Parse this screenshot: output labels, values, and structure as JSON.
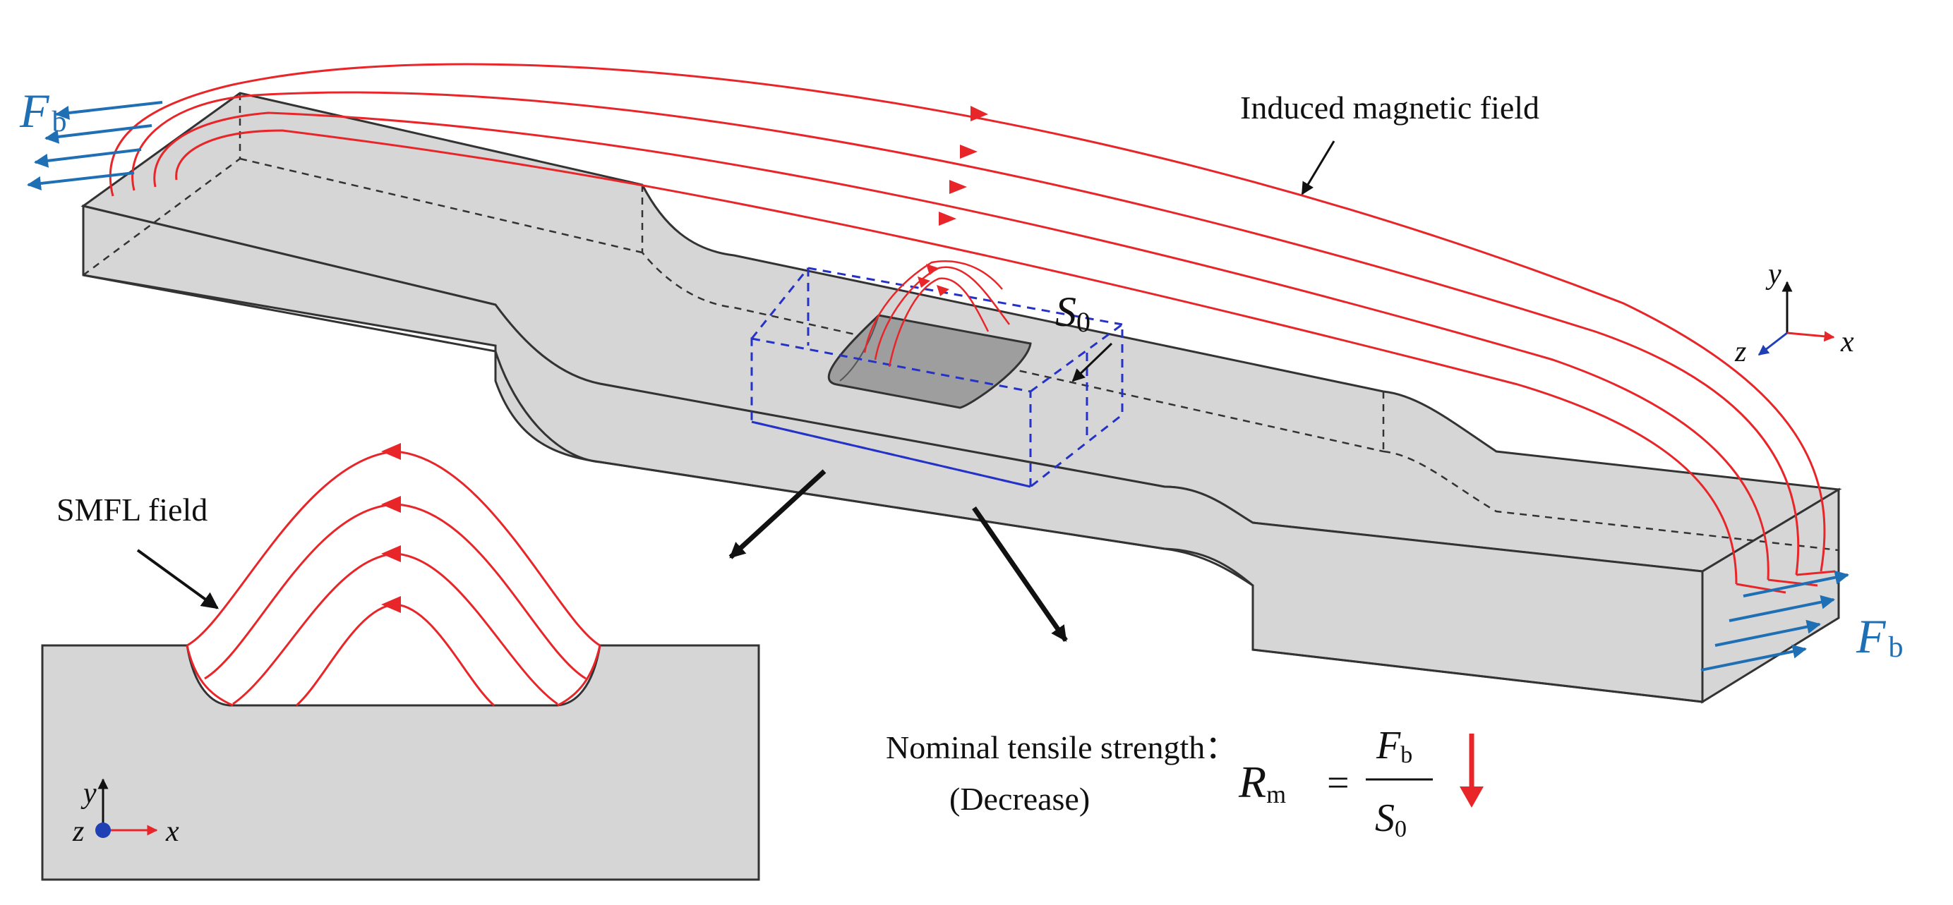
{
  "labels": {
    "induced_field": "Induced magnetic field",
    "smfl_field": "SMFL field",
    "s0_main": "S",
    "s0_sub": "0",
    "force_main": "F",
    "force_sub": "b",
    "nominal_line1": "Nominal tensile strength：",
    "nominal_line2": "(Decrease)",
    "rm_main": "R",
    "rm_sub": "m",
    "equals": "=",
    "frac_num_main": "F",
    "frac_num_sub": "b",
    "frac_den_main": "S",
    "frac_den_sub": "0"
  },
  "axes": {
    "y": "y",
    "z": "z",
    "x": "x"
  },
  "colors": {
    "field_line": "#e8262a",
    "force_arrow": "#1f6fb5",
    "volume_box": "#2432c8",
    "specimen_fill": "#d6d6d6",
    "specimen_edge": "#333333",
    "annotation_arrow": "#111111"
  }
}
